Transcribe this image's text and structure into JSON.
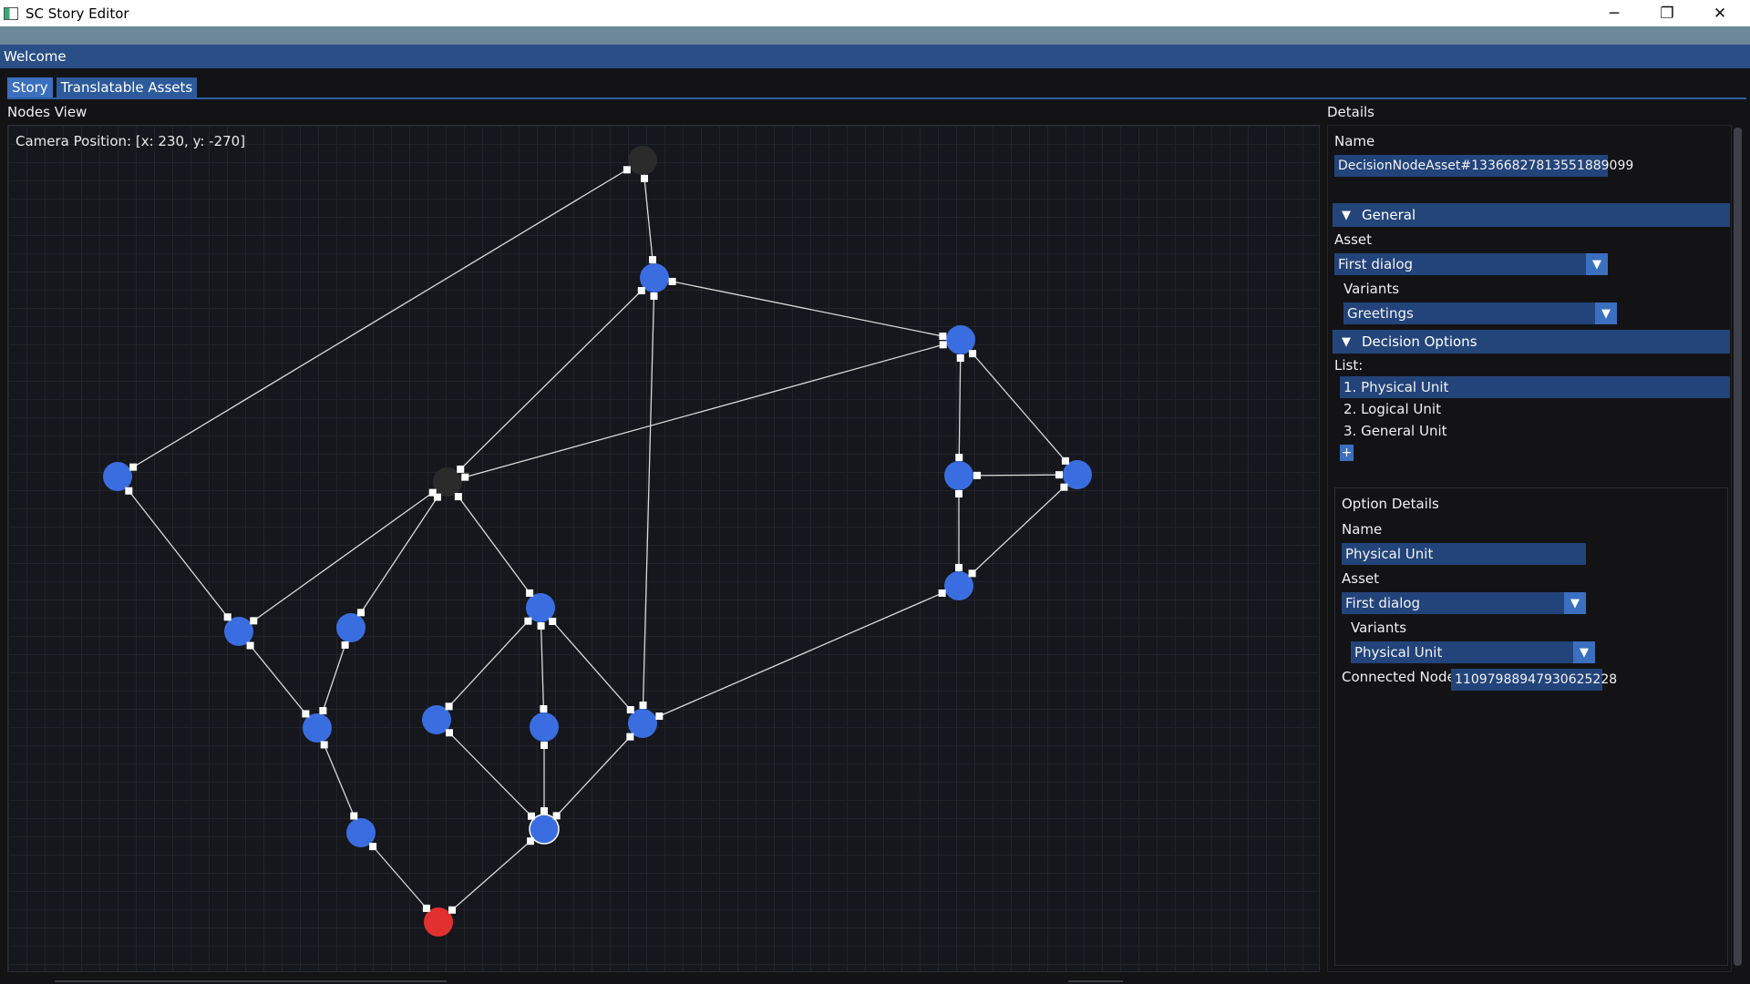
{
  "window": {
    "title": "SC Story Editor",
    "minimize": "─",
    "restore": "❐",
    "close": "✕"
  },
  "welcome": "Welcome",
  "tabs": [
    {
      "label": "Story",
      "active": true
    },
    {
      "label": "Translatable Assets",
      "active": false
    }
  ],
  "nodes_view": {
    "label": "Nodes View",
    "camera_text": "Camera Position: [x: 230, y: -270]",
    "colors": {
      "normal": "#3a6ee0",
      "inactive": "#2b2b2b",
      "start": "#e03030",
      "edge": "#d9d9d9",
      "port": "#ffffff"
    }
  },
  "details": {
    "label": "Details",
    "name_label": "Name",
    "name_value": "DecisionNodeAsset#13366827813551889099",
    "general": {
      "header": "General",
      "asset_label": "Asset",
      "asset_value": "First dialog",
      "variants_label": "Variants",
      "variants_value": "Greetings"
    },
    "decision_options": {
      "header": "Decision Options",
      "list_label": "List:",
      "items": [
        "1. Physical Unit",
        "2. Logical Unit",
        "3. General Unit"
      ],
      "selected_index": 0,
      "add_label": "+"
    },
    "option_details": {
      "title": "Option Details",
      "name_label": "Name",
      "name_value": "Physical Unit",
      "asset_label": "Asset",
      "asset_value": "First dialog",
      "variants_label": "Variants",
      "variants_value": "Physical Unit",
      "connected_label": "Connected Node",
      "connected_value": "11097988947930625228"
    }
  }
}
